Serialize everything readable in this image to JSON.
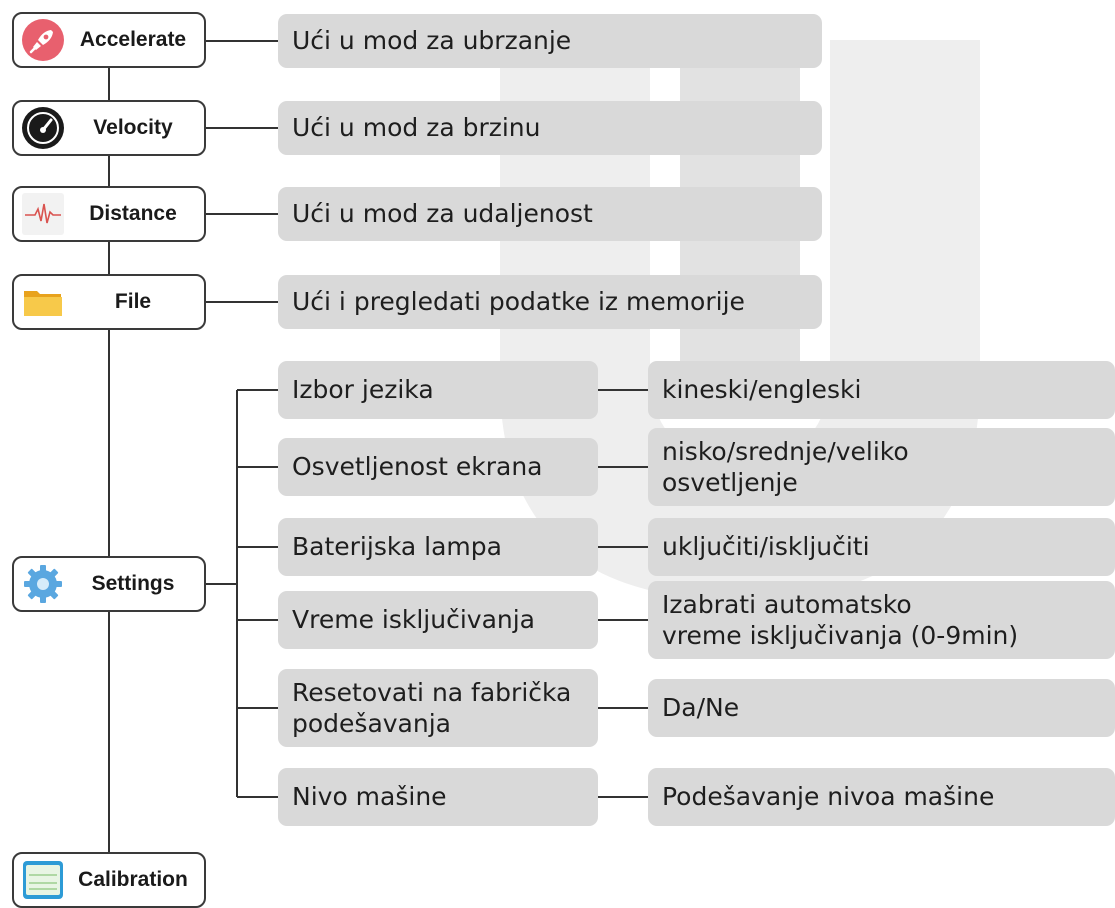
{
  "menu": [
    {
      "id": "accelerate",
      "label": "Accelerate",
      "icon": "rocket-icon",
      "desc": "Ući u mod za ubrzanje"
    },
    {
      "id": "velocity",
      "label": "Velocity",
      "icon": "speedometer-icon",
      "desc": "Ući u mod za brzinu"
    },
    {
      "id": "distance",
      "label": "Distance",
      "icon": "waveform-icon",
      "desc": "Ući u mod za udaljenost"
    },
    {
      "id": "file",
      "label": "File",
      "icon": "folder-icon",
      "desc": "Ući i pregledati podatke iz memorije"
    },
    {
      "id": "settings",
      "label": "Settings",
      "icon": "gear-icon"
    },
    {
      "id": "calibration",
      "label": "Calibration",
      "icon": "calibration-icon"
    }
  ],
  "settings": [
    {
      "name": "Izbor jezika",
      "option": "kineski/engleski"
    },
    {
      "name": "Osvetljenost ekrana",
      "option": "nisko/srednje/veliko\nosvetljenje"
    },
    {
      "name": "Baterijska lampa",
      "option": "uključiti/isključiti"
    },
    {
      "name": "Vreme isključivanja",
      "option": "Izabrati automatsko\nvreme isključivanja (0-9min)"
    },
    {
      "name": "Resetovati na fabrička\npodešavanja",
      "option": "Da/Ne"
    },
    {
      "name": "Nivo mašine",
      "option": "Podešavanje nivoa mašine"
    }
  ],
  "colors": {
    "box_fill": "#d9d9d9",
    "line": "#333333",
    "rocket": "#e8606e",
    "folder": "#f5b731",
    "gear": "#5aa7e0"
  }
}
